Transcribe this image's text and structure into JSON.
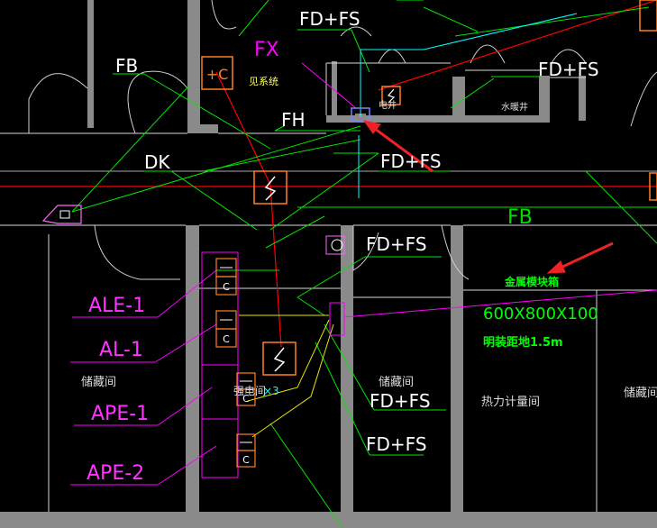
{
  "drawing": {
    "labels": {
      "fd_fs_top": "FD+FS",
      "fd_fs_right": "FD+FS",
      "fd_fs_mid": "FD+FS",
      "fd_fs_center": "FD+FS",
      "fd_fs_lower1": "FD+FS",
      "fd_fs_lower2": "FD+FS",
      "fx": "FX",
      "fb_left": "FB",
      "fb_right": "FB",
      "fh": "FH",
      "dk": "DK",
      "ale1": "ALE-1",
      "al1": "AL-1",
      "ape1": "APE-1",
      "ape2": "APE-2",
      "ref_system": "见系统",
      "room_electric": "电井",
      "room_water": "水暖井",
      "room_storage_left": "储藏间",
      "room_storage_mid": "储藏间",
      "room_storage_right": "储藏间",
      "room_heat": "热力计量间",
      "room_strong": "强电间",
      "multiplier": "×3",
      "box_type": "金属模块箱",
      "box_size": "600X800X100",
      "box_height": "明装距地1.5m",
      "panel_c": "C"
    },
    "colors": {
      "background": "#000000",
      "wall": "#8a8a8a",
      "green_leader": "#00ff00",
      "magenta": "#ff00ff",
      "red": "#ff0000",
      "orange_symbol": "#ff7f27",
      "yellow": "#ffff00",
      "cyan": "#00ffff",
      "white_text": "#ffffff",
      "annotation_arrow": "#ee2222"
    }
  }
}
